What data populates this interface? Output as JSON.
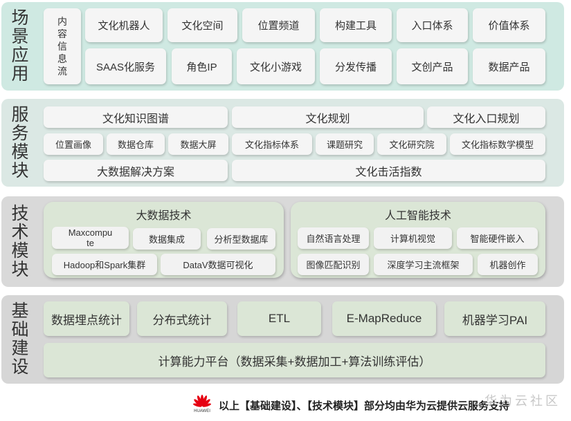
{
  "scene": {
    "title": [
      "场",
      "景",
      "应",
      "用"
    ],
    "content_box": [
      "内",
      "容",
      "信",
      "息",
      "流"
    ],
    "row1": [
      "文化机器人",
      "文化空间",
      "位置频道",
      "构建工具",
      "入口体系",
      "价值体系"
    ],
    "row2": [
      "SAAS化服务",
      "角色IP",
      "文化小游戏",
      "分发传播",
      "文创产品",
      "数据产品"
    ]
  },
  "service": {
    "title": [
      "服",
      "务",
      "模",
      "块"
    ],
    "row1": [
      "文化知识图谱",
      "文化规划",
      "文化入口规划"
    ],
    "row2": [
      "位置画像",
      "数据仓库",
      "数据大屏",
      "文化指标体系",
      "课题研究",
      "文化研究院",
      "文化指标数学模型"
    ],
    "row3": [
      "大数据解决方案",
      "文化击活指数"
    ]
  },
  "tech": {
    "title": [
      "技",
      "术",
      "模",
      "块"
    ],
    "bigdata": {
      "title": "大数据技术",
      "items": [
        "Maxcompu",
        "te",
        "数据集成",
        "分析型数据库",
        "Hadoop和Spark集群",
        "DataV数据可视化"
      ]
    },
    "ai": {
      "title": "人工智能技术",
      "items": [
        "自然语言处理",
        "计算机视觉",
        "智能硬件嵌入",
        "图像匹配识别",
        "深度学习主流框架",
        "机器创作"
      ]
    }
  },
  "base": {
    "title": [
      "基",
      "础",
      "建",
      "设"
    ],
    "row1": [
      "数据埋点统计",
      "分布式统计",
      "ETL",
      "E-MapReduce",
      "机器学习PAI"
    ],
    "platform": "计算能力平台（数据采集+数据加工+算法训练评估）"
  },
  "footer": {
    "logo_text": "HUAWEI",
    "text": "以上【基础建设】、【技术模块】部分均由华为云提供云服务支持",
    "watermark": "华为云社区"
  },
  "colors": {
    "scene_bg": "#cfe9e2",
    "service_bg": "#dbe8e4",
    "tech_bg": "#d9d9d9",
    "base_bg": "#d6d6d6",
    "huawei_red": "#e60012"
  }
}
